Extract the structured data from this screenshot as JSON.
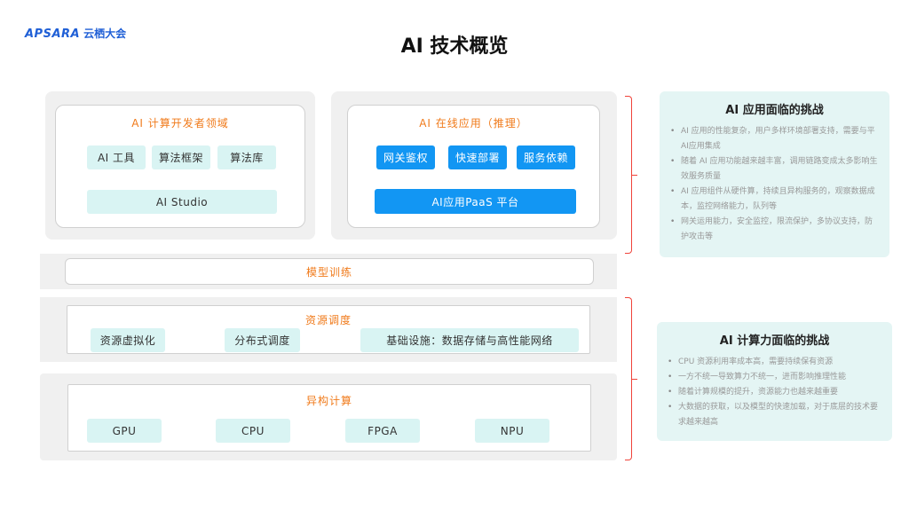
{
  "header": {
    "brand": "APSARA",
    "brand_sub": "云栖大会",
    "title": "AI 技术概览"
  },
  "diagram": {
    "dev_domain": {
      "label": "AI 计算开发者领域",
      "chips": [
        "AI 工具",
        "算法框架",
        "算法库"
      ],
      "studio": "AI Studio"
    },
    "online_app": {
      "label": "AI 在线应用（推理）",
      "chips": [
        "网关鉴权",
        "快速部署",
        "服务依赖"
      ],
      "platform": "AI应用PaaS 平台"
    },
    "model_training": "模型训练",
    "resource_scheduling": {
      "label": "资源调度",
      "chips": [
        "资源虚拟化",
        "分布式调度",
        "基础设施：数据存储与高性能网络"
      ]
    },
    "heterogeneous": {
      "label": "异构计算",
      "chips": [
        "GPU",
        "CPU",
        "FPGA",
        "NPU"
      ]
    }
  },
  "challenges_app": {
    "title": "AI 应用面临的挑战",
    "items": [
      "AI 应用的性能复杂，用户多样环境部署支持，需要与平AI应用集成",
      "随着 AI 应用功能越来越丰富，调用链路变成太多影响生效服务质量",
      "AI 应用组件从硬件算，持续且异构服务的，观察数据成本，监控网络能力，队列等",
      "网关运用能力，安全监控，限流保护，多协议支持，防护攻击等"
    ]
  },
  "challenges_compute": {
    "title": "AI 计算力面临的挑战",
    "items": [
      "CPU 资源利用率成本高，需要持续保有资源",
      "一方不统一导致算力不统一，进而影响推理性能",
      "随着计算规模的提升，资源能力也越来越重要",
      "大数据的获取，以及模型的快速加载，对于底层的技术要求越来越高"
    ]
  },
  "colors": {
    "accent_orange": "#f07a1a",
    "chip_teal": "#d9f4f3",
    "chip_blue": "#1296f3",
    "bracket_red": "#f0433a",
    "card_bg": "#e4f5f4"
  }
}
